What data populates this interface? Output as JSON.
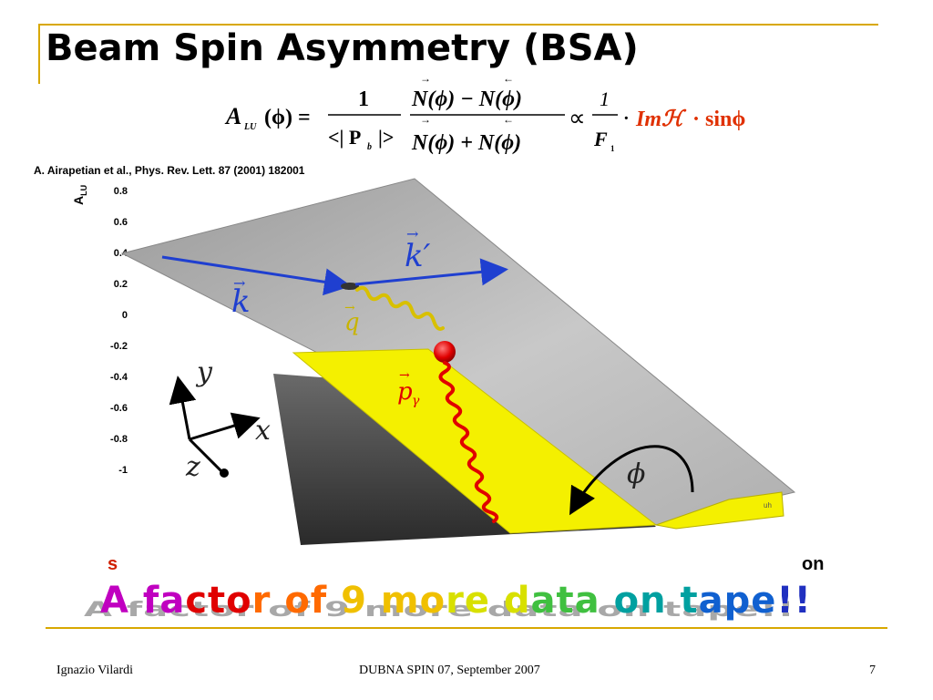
{
  "slide": {
    "title": "Beam Spin Asymmetry (BSA)",
    "citation": "A. Airapetian et al., Phys. Rev. Lett. 87 (2001) 182001",
    "axis_label": "A",
    "axis_label_sub": "LU",
    "y_ticks": [
      "0.8",
      "0.6",
      "0.4",
      "0.2",
      "0",
      "-0.2",
      "-0.4",
      "-0.6",
      "-0.8",
      "-1"
    ],
    "partial_text_left": "s",
    "partial_text_right": "on",
    "banner": "A factor of 9 more data on tape!!"
  },
  "formula": {
    "lhs": "A",
    "lhs_sub": "LU",
    "lhs_arg": "(ϕ) =",
    "frac1_num": "1",
    "frac1_den": "<| P",
    "frac1_den_sub": "b",
    "frac1_den_end": "|>",
    "num": "N(ϕ) − N(ϕ)",
    "den": "N(ϕ) + N(ϕ)",
    "propto": "∝",
    "frac3_num": "1",
    "frac3_den": "F",
    "frac3_den_sub": "1",
    "dot": "·",
    "im_term": "Imℋ",
    "sin_term": "· sinϕ"
  },
  "diagram": {
    "labels": {
      "k_prime": "k′",
      "k": "k",
      "q": "q",
      "p_gamma": "p",
      "p_gamma_sub": "γ",
      "y": "y",
      "x": "x",
      "z": "z",
      "phi": "ϕ",
      "edge_text": "uh"
    }
  },
  "footer": {
    "author": "Ignazio Vilardi",
    "event": "DUBNA SPIN 07, September 2007",
    "page": "7"
  },
  "colors": {
    "accent_rule": "#d8a800",
    "formula_red": "#e03000",
    "electron_blue": "#1f3fd0",
    "photon_yellow": "#e0c800",
    "real_photon_red": "#e00000",
    "plane_yellow": "#f4f000",
    "plane_gray": "#a8a8a8"
  }
}
